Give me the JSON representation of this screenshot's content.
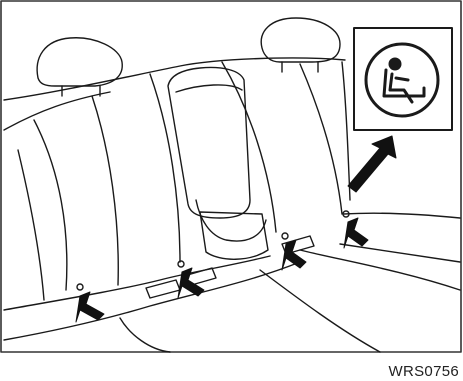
{
  "figure": {
    "reference_code": "WRS0756",
    "icon": "child-seat-anchor-icon",
    "pointer_arrows": [
      "anchor-arrow-left",
      "anchor-arrow-center-left",
      "anchor-arrow-center-right",
      "anchor-arrow-right",
      "callout-arrow-to-icon"
    ],
    "colors": {
      "line": "#1a1a1a",
      "background": "#ffffff",
      "frame": "#333333"
    }
  }
}
